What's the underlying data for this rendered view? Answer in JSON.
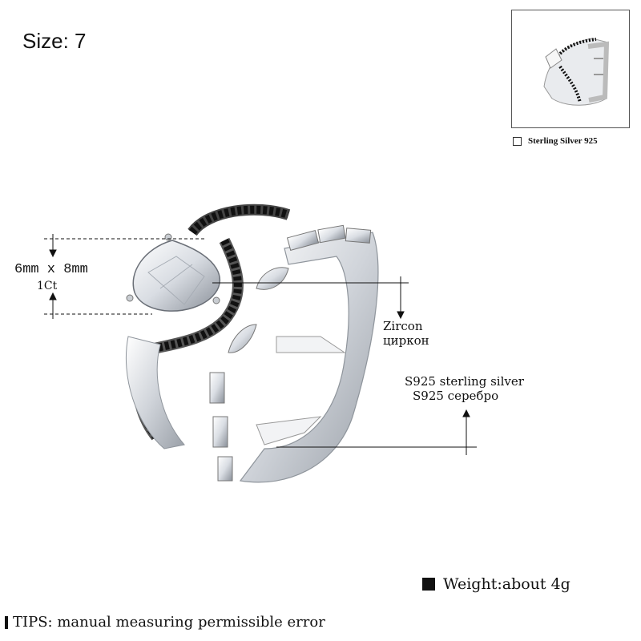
{
  "size_label": "Size: 7",
  "thumbnail": {
    "caption": "Sterling Silver 925"
  },
  "stone": {
    "dimensions": "6mm x 8mm",
    "carat": "1Ct"
  },
  "zircon": {
    "en": "Zircon",
    "ru": "циркон"
  },
  "silver": {
    "en": "S925 sterling silver",
    "ru": "S925 серебро"
  },
  "weight": "Weight:about 4g",
  "tips": "TIPS: manual measuring permissible error",
  "colors": {
    "metal": "#d8dbe0",
    "black_stones": "#111111",
    "accent_lines": "#222222"
  }
}
